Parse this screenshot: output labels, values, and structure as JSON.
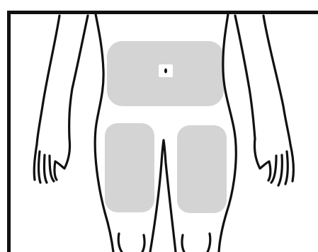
{
  "diagram": {
    "subject": "body-front-outline",
    "regions": [
      {
        "id": "abdomen",
        "shape": "rounded-rect"
      },
      {
        "id": "left-thigh",
        "shape": "rounded-rect"
      },
      {
        "id": "right-thigh",
        "shape": "rounded-rect"
      }
    ],
    "marker": {
      "id": "navel-marker",
      "shape": "small-square"
    },
    "colors": {
      "outline": "#111111",
      "region_fill": "#d4d4d4",
      "background": "#ffffff",
      "marker_fill": "#ffffff"
    }
  }
}
